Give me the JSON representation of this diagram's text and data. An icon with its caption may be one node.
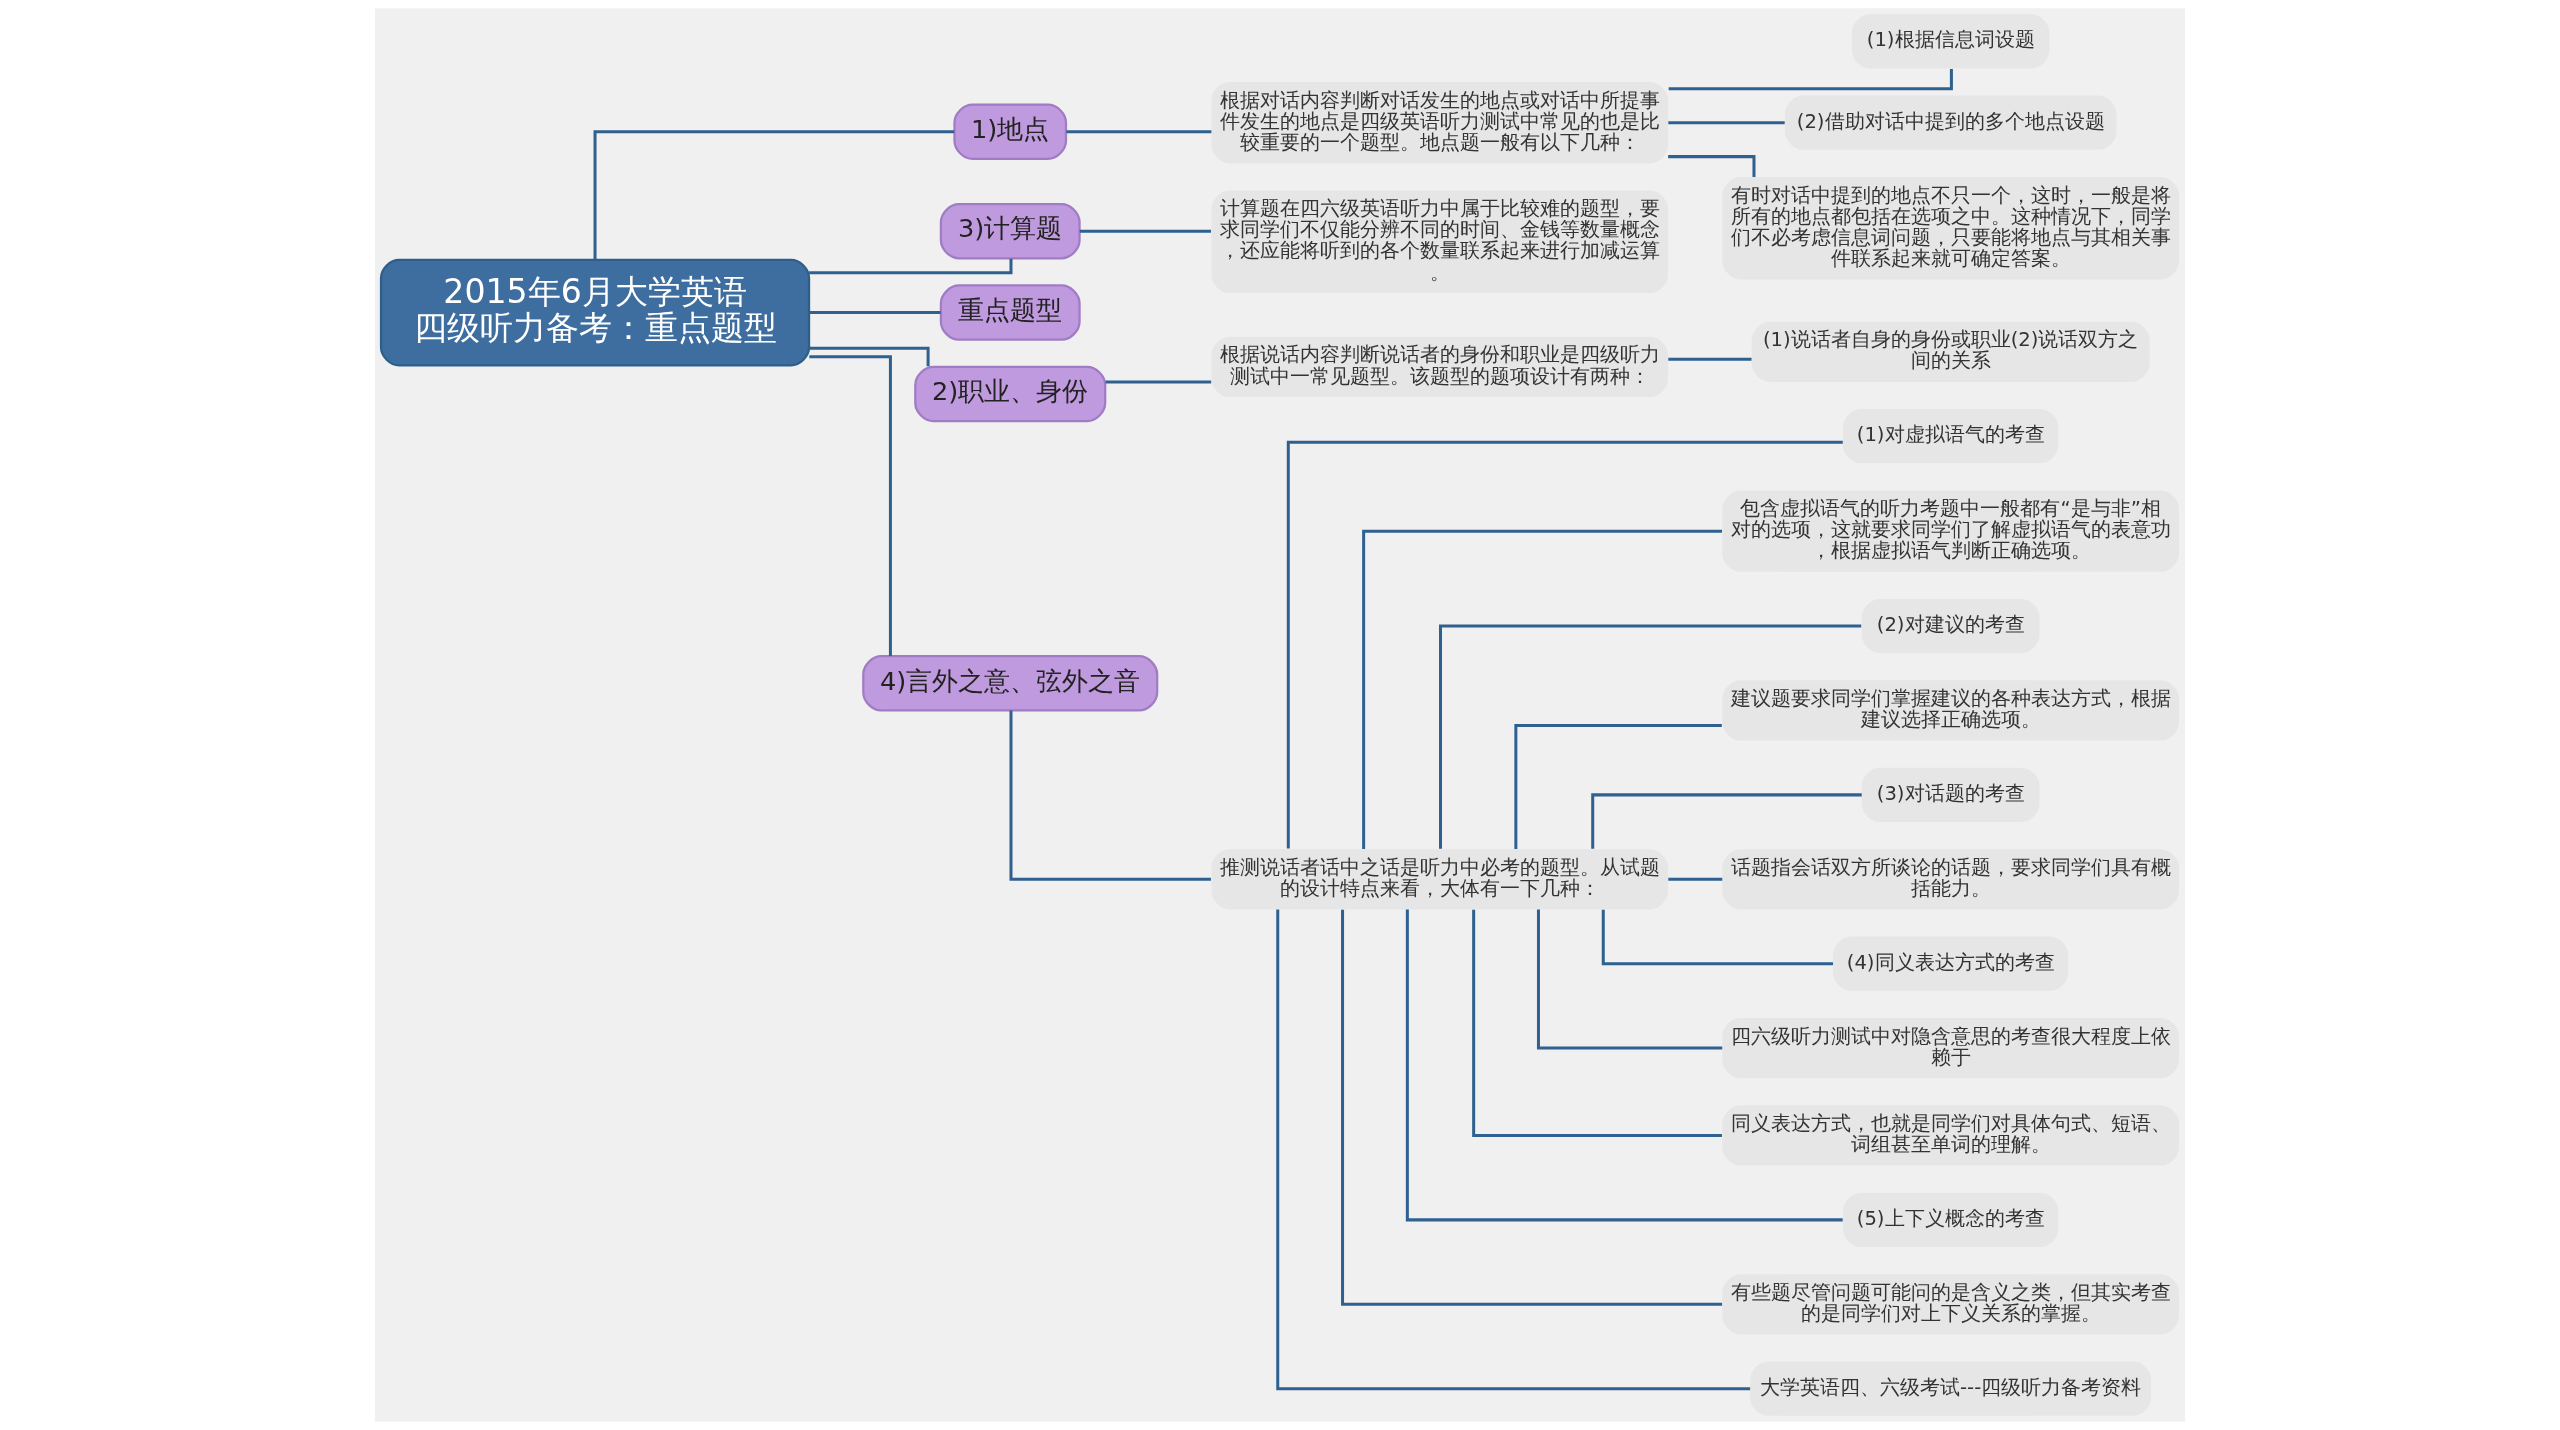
{
  "diagram": {
    "nodes": [
      {
        "text": [
          "2015年6月大学英语四级听力备考：重点题型"
        ]
      },
      {
        "text": [
          "1)地点"
        ]
      },
      {
        "text": [
          "根据对话内容判断对话发生的地点或对话中所提事件发生的地点是四级英语听力测试中常见的也是比较重要的一个题型。地点题一般有以下几种："
        ]
      },
      {
        "text": [
          "(1)根据信息词设题"
        ]
      },
      {
        "text": [
          "(2)借助对话中提到的多个地点设题"
        ]
      },
      {
        "text": [
          "有时对话中提到的地点不只一个，这时，一般是将所有的地点都包括在选项之中。这种情况下，同学们不必考虑信息词问题，只要能将地点与其相关事件联系起来就可确定答案。"
        ]
      },
      {
        "text": [
          "3)计算题"
        ]
      },
      {
        "text": [
          "计算题在四六级英语听力中属于比较难的题型，要求同学们不仅能分辨不同的时间、金钱等数量概念，还应能将听到的各个数量联系起来进行加减运算。"
        ]
      },
      {
        "text": [
          "重点题型"
        ]
      },
      {
        "text": [
          "2)职业、身份"
        ]
      },
      {
        "text": [
          "根据说话内容判断说话者的身份和职业是四级听力测试中一常见题型。该题型的题项设计有两种："
        ]
      },
      {
        "text": [
          "(1)说话者自身的身份或职业(2)说话双方之间的关系"
        ]
      },
      {
        "text": [
          "4)言外之意、弦外之音"
        ]
      },
      {
        "text": [
          "推测说话者话中之话是听力中必考的题型。从试题的设计特点来看，大体有一下几种："
        ]
      },
      {
        "text": [
          "(1)对虚拟语气的考查"
        ]
      },
      {
        "text": [
          "包含虚拟语气的听力考题中一般都有“是与非”相对的选项，这就要求同学们了解虚拟语气的表意功，根据虚拟语气判断正确选项。"
        ]
      },
      {
        "text": [
          "(2)对建议的考查"
        ]
      },
      {
        "text": [
          "建议题要求同学们掌握建议的各种表达方式，根据建议选择正确选项。"
        ]
      },
      {
        "text": [
          "(3)对话题的考查"
        ]
      },
      {
        "text": [
          "话题指会话双方所谈论的话题，要求同学们具有概括能力。"
        ]
      },
      {
        "text": [
          "(4)同义表达方式的考查"
        ]
      },
      {
        "text": [
          "四六级听力测试中对隐含意思的考查很大程度上依赖于"
        ]
      },
      {
        "text": [
          "同义表达方式，也就是同学们对具体句式、短语、词组甚至单词的理解。"
        ]
      },
      {
        "text": [
          "(5)上下义概念的考查"
        ]
      },
      {
        "text": [
          "有些题尽管问题可能问的是含义之类，但其实考查的是同学们对上下义关系的掌握。"
        ]
      },
      {
        "text": [
          "大学英语四、六级考试---四级听力备考资料"
        ]
      }
    ],
    "edges": [
      {
        "from": 0,
        "to": 1,
        "arrow": "none"
      },
      {
        "from": 1,
        "to": 2,
        "arrow": "none"
      },
      {
        "from": 2,
        "to": 3,
        "arrow": "none"
      },
      {
        "from": 2,
        "to": 4,
        "arrow": "none"
      },
      {
        "from": 2,
        "to": 5,
        "arrow": "none"
      },
      {
        "from": 0,
        "to": 6,
        "arrow": "none"
      },
      {
        "from": 6,
        "to": 7,
        "arrow": "none"
      },
      {
        "from": 0,
        "to": 8,
        "arrow": "none"
      },
      {
        "from": 0,
        "to": 9,
        "arrow": "none"
      },
      {
        "from": 9,
        "to": 10,
        "arrow": "none"
      },
      {
        "from": 10,
        "to": 11,
        "arrow": "none"
      },
      {
        "from": 0,
        "to": 12,
        "arrow": "none"
      },
      {
        "from": 12,
        "to": 13,
        "arrow": "none"
      },
      {
        "from": 13,
        "to": 14,
        "arrow": "none"
      },
      {
        "from": 13,
        "to": 15,
        "arrow": "none"
      },
      {
        "from": 13,
        "to": 16,
        "arrow": "none"
      },
      {
        "from": 13,
        "to": 17,
        "arrow": "none"
      },
      {
        "from": 13,
        "to": 18,
        "arrow": "none"
      },
      {
        "from": 13,
        "to": 19,
        "arrow": "none"
      },
      {
        "from": 13,
        "to": 20,
        "arrow": "none"
      },
      {
        "from": 13,
        "to": 21,
        "arrow": "none"
      },
      {
        "from": 13,
        "to": 22,
        "arrow": "none"
      },
      {
        "from": 13,
        "to": 23,
        "arrow": "none"
      },
      {
        "from": 13,
        "to": 24,
        "arrow": "none"
      },
      {
        "from": 13,
        "to": 25,
        "arrow": "none"
      }
    ]
  }
}
